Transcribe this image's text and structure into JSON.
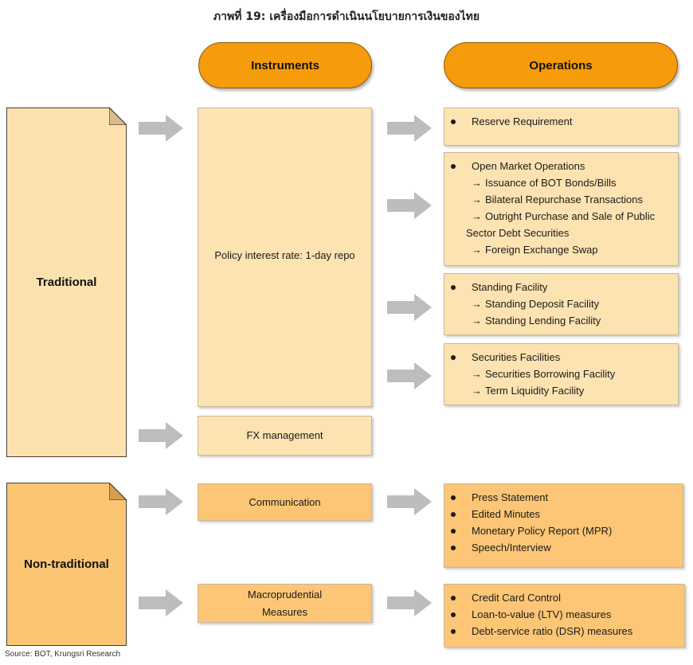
{
  "title": "ภาพที่ 19: เครื่องมือการดำเนินนโยบายการเงินของไทย",
  "headers": {
    "instruments": "Instruments",
    "operations": "Operations"
  },
  "categories": {
    "traditional": "Traditional",
    "non_traditional": "Non-traditional"
  },
  "instruments": {
    "policy_rate": "Policy interest rate: 1-day repo",
    "fx": "FX management",
    "communication": "Communication",
    "macroprudential_line1": "Macroprudential",
    "macroprudential_line2": "Measures"
  },
  "operations": {
    "reserve": {
      "title": "Reserve Requirement"
    },
    "omo": {
      "title": "Open Market Operations",
      "subs": [
        "Issuance of BOT Bonds/Bills",
        "Bilateral Repurchase Transactions",
        "Outright Purchase and Sale of Public Sector Debt Securities",
        "Foreign Exchange Swap"
      ]
    },
    "standing": {
      "title": "Standing Facility",
      "subs": [
        "Standing Deposit Facility",
        "Standing Lending Facility"
      ]
    },
    "securities": {
      "title": "Securities Facilities",
      "subs": [
        "Securities Borrowing Facility",
        "Term Liquidity Facility"
      ]
    },
    "communication": [
      "Press Statement",
      "Edited Minutes",
      "Monetary Policy Report (MPR)",
      "Speech/Interview"
    ],
    "macroprudential": [
      "Credit Card Control",
      "Loan-to-value (LTV) measures",
      "Debt-service ratio (DSR) measures"
    ]
  },
  "arrow_symbol": "→",
  "source": "Source: BOT, Krungsri Research",
  "colors": {
    "pill": "#f59b0c",
    "light_box": "#fde3b1",
    "dark_box": "#fcc676",
    "arrow": "#bdbdbd"
  }
}
